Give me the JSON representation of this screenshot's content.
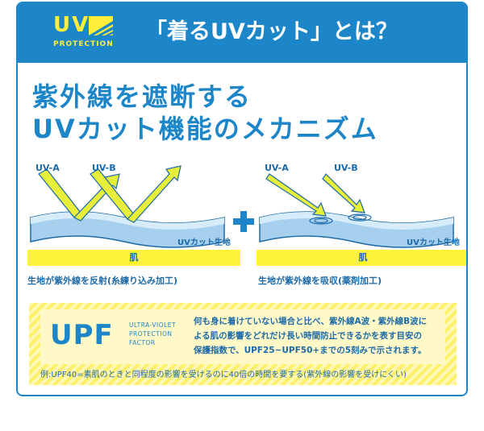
{
  "header": {
    "logo_uv": "UV",
    "logo_sub": "PROTECTION",
    "title": "「着るUVカット」とは？"
  },
  "main_title": {
    "line1": "紫外線を遮断する",
    "line2": "UVカット機能のメカニズム"
  },
  "diagram_left": {
    "uva": "UV-A",
    "uvb": "UV-B",
    "fabric": "UVカット生地",
    "skin": "肌",
    "caption": "生地が紫外線を反射(糸練り込み加工)"
  },
  "diagram_right": {
    "uva": "UV-A",
    "uvb": "UV-B",
    "fabric": "UVカット生地",
    "skin": "肌",
    "caption": "生地が紫外線を吸収(薬剤加工)"
  },
  "upf": {
    "big": "UPF",
    "small_line1": "ULTRA-VIOLET",
    "small_line2": "PROTECTION",
    "small_line3": "FACTOR",
    "desc_line1": "何も身に着けていない場合と比べ、紫外線A波・紫外線B波に",
    "desc_line2": "よる肌の影響をどれだけ長い時間防止できるかを表す目安の",
    "desc_line3": "保護指数で、UPF25~UPF50+までの5刻みで示されます。",
    "example": "例:UPF40=素肌のときと同程度の影響を受けるのに40倍の時間を要する(紫外線の影響を受けにくい)"
  },
  "colors": {
    "brand_blue": "#1c86c8",
    "yellow": "#fff23a",
    "arrow_fill": "#e8ef3a"
  }
}
